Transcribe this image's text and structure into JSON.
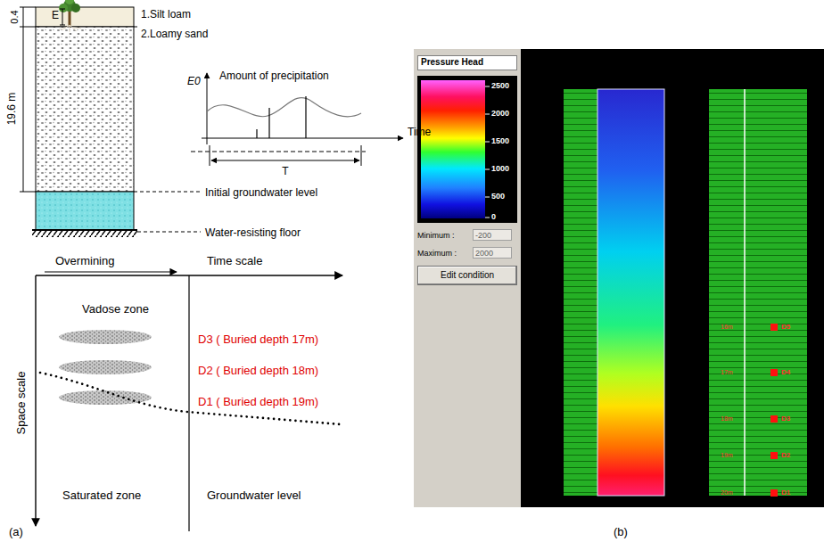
{
  "diagram": {
    "nodes": [
      {
        "text": [
          "Pressure Head"
        ]
      },
      {
        "text": [
          "Minimum :",
          "-200"
        ]
      },
      {
        "text": [
          "Maximum :",
          "2000"
        ]
      },
      {
        "text": [
          "Edit condition"
        ]
      }
    ],
    "labels": [
      "0.4",
      "E",
      "19.6 m",
      "1.Silt loam",
      "2.Loamy sand",
      "E0",
      "Amount of precipitation",
      "Time",
      "T",
      "Initial groundwater level",
      "Water-resisting floor",
      "Overmining",
      "Time scale",
      "Vadose zone",
      "D3 ( Buried depth 17m)",
      "D2 ( Buried depth 18m)",
      "D1 ( Buried depth 19m)",
      "Space scale",
      "Saturated zone",
      "Groundwater level",
      "(a)",
      "(b)",
      "2500",
      "2000",
      "1500",
      "1000",
      "500",
      "0",
      "16m",
      "17m",
      "18m",
      "19m",
      "20m",
      "D5",
      "D4",
      "D3",
      "D2",
      "D1"
    ]
  }
}
